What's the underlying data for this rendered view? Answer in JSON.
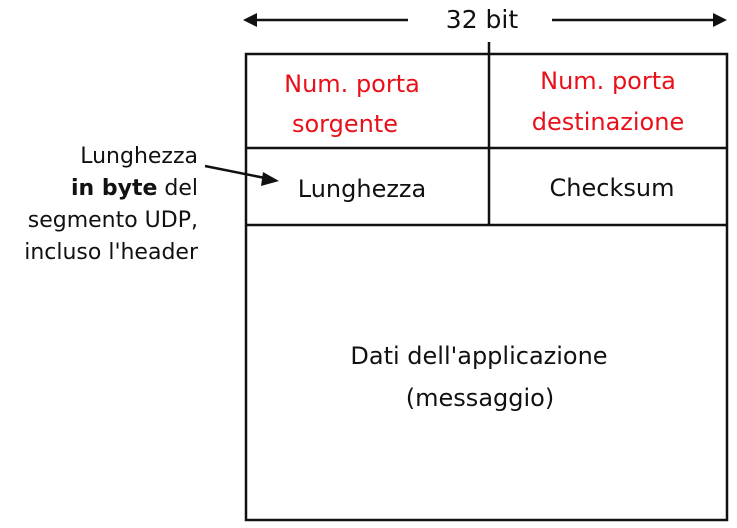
{
  "width_label": "32 bit",
  "fields": {
    "src_port": [
      "Num. porta",
      "sorgente"
    ],
    "dst_port": [
      "Num. porta",
      "destinazione"
    ],
    "length": "Lunghezza",
    "checksum": "Checksum",
    "data": [
      "Dati dell'applicazione",
      "(messaggio)"
    ]
  },
  "annotation": {
    "line1": "Lunghezza",
    "line2_bold": "in byte",
    "line2_rest": " del",
    "line3": "segmento UDP,",
    "line4": "incluso l'header"
  },
  "colors": {
    "port_text": "#e8111a",
    "text": "#111111",
    "lines": "#111111"
  }
}
